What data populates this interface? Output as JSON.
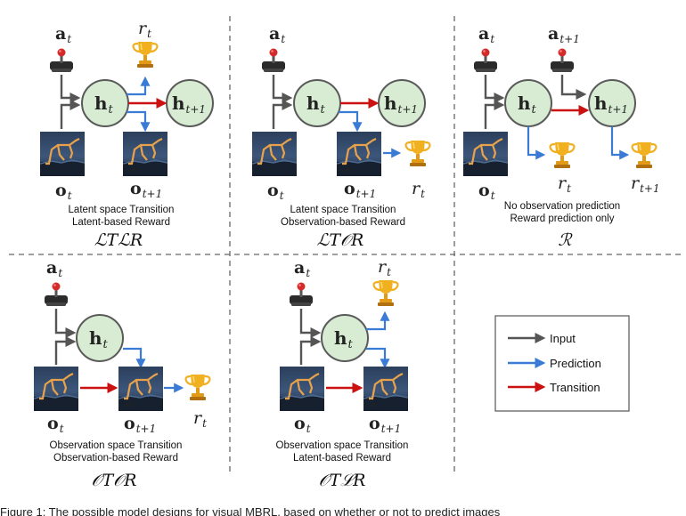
{
  "symbols": {
    "action": "a",
    "hidden": "h",
    "reward": "r",
    "obs": "o",
    "sub_t": "t",
    "sub_t1": "t+1"
  },
  "panels": [
    {
      "caption_line1": "Latent space Transition",
      "caption_line2": "Latent-based Reward",
      "label": "ℒTℒR"
    },
    {
      "caption_line1": "Latent space Transition",
      "caption_line2": "Observation-based Reward",
      "label": "ℒT𝒪R"
    },
    {
      "caption_line1": "No observation prediction",
      "caption_line2": "Reward prediction only",
      "label": "ℛ"
    },
    {
      "caption_line1": "Observation space Transition",
      "caption_line2": "Observation-based Reward",
      "label": "𝒪T𝒪R"
    },
    {
      "caption_line1": "Observation space Transition",
      "caption_line2": "Latent-based Reward",
      "label": "𝒪TℒR"
    }
  ],
  "legend": {
    "items": [
      {
        "label": "Input",
        "color": "#555555"
      },
      {
        "label": "Prediction",
        "color": "#3a7bd5"
      },
      {
        "label": "Transition",
        "color": "#cc1111"
      }
    ]
  },
  "figure_caption": "Figure 1: The possible model designs for visual MBRL, based on whether or not to predict images"
}
